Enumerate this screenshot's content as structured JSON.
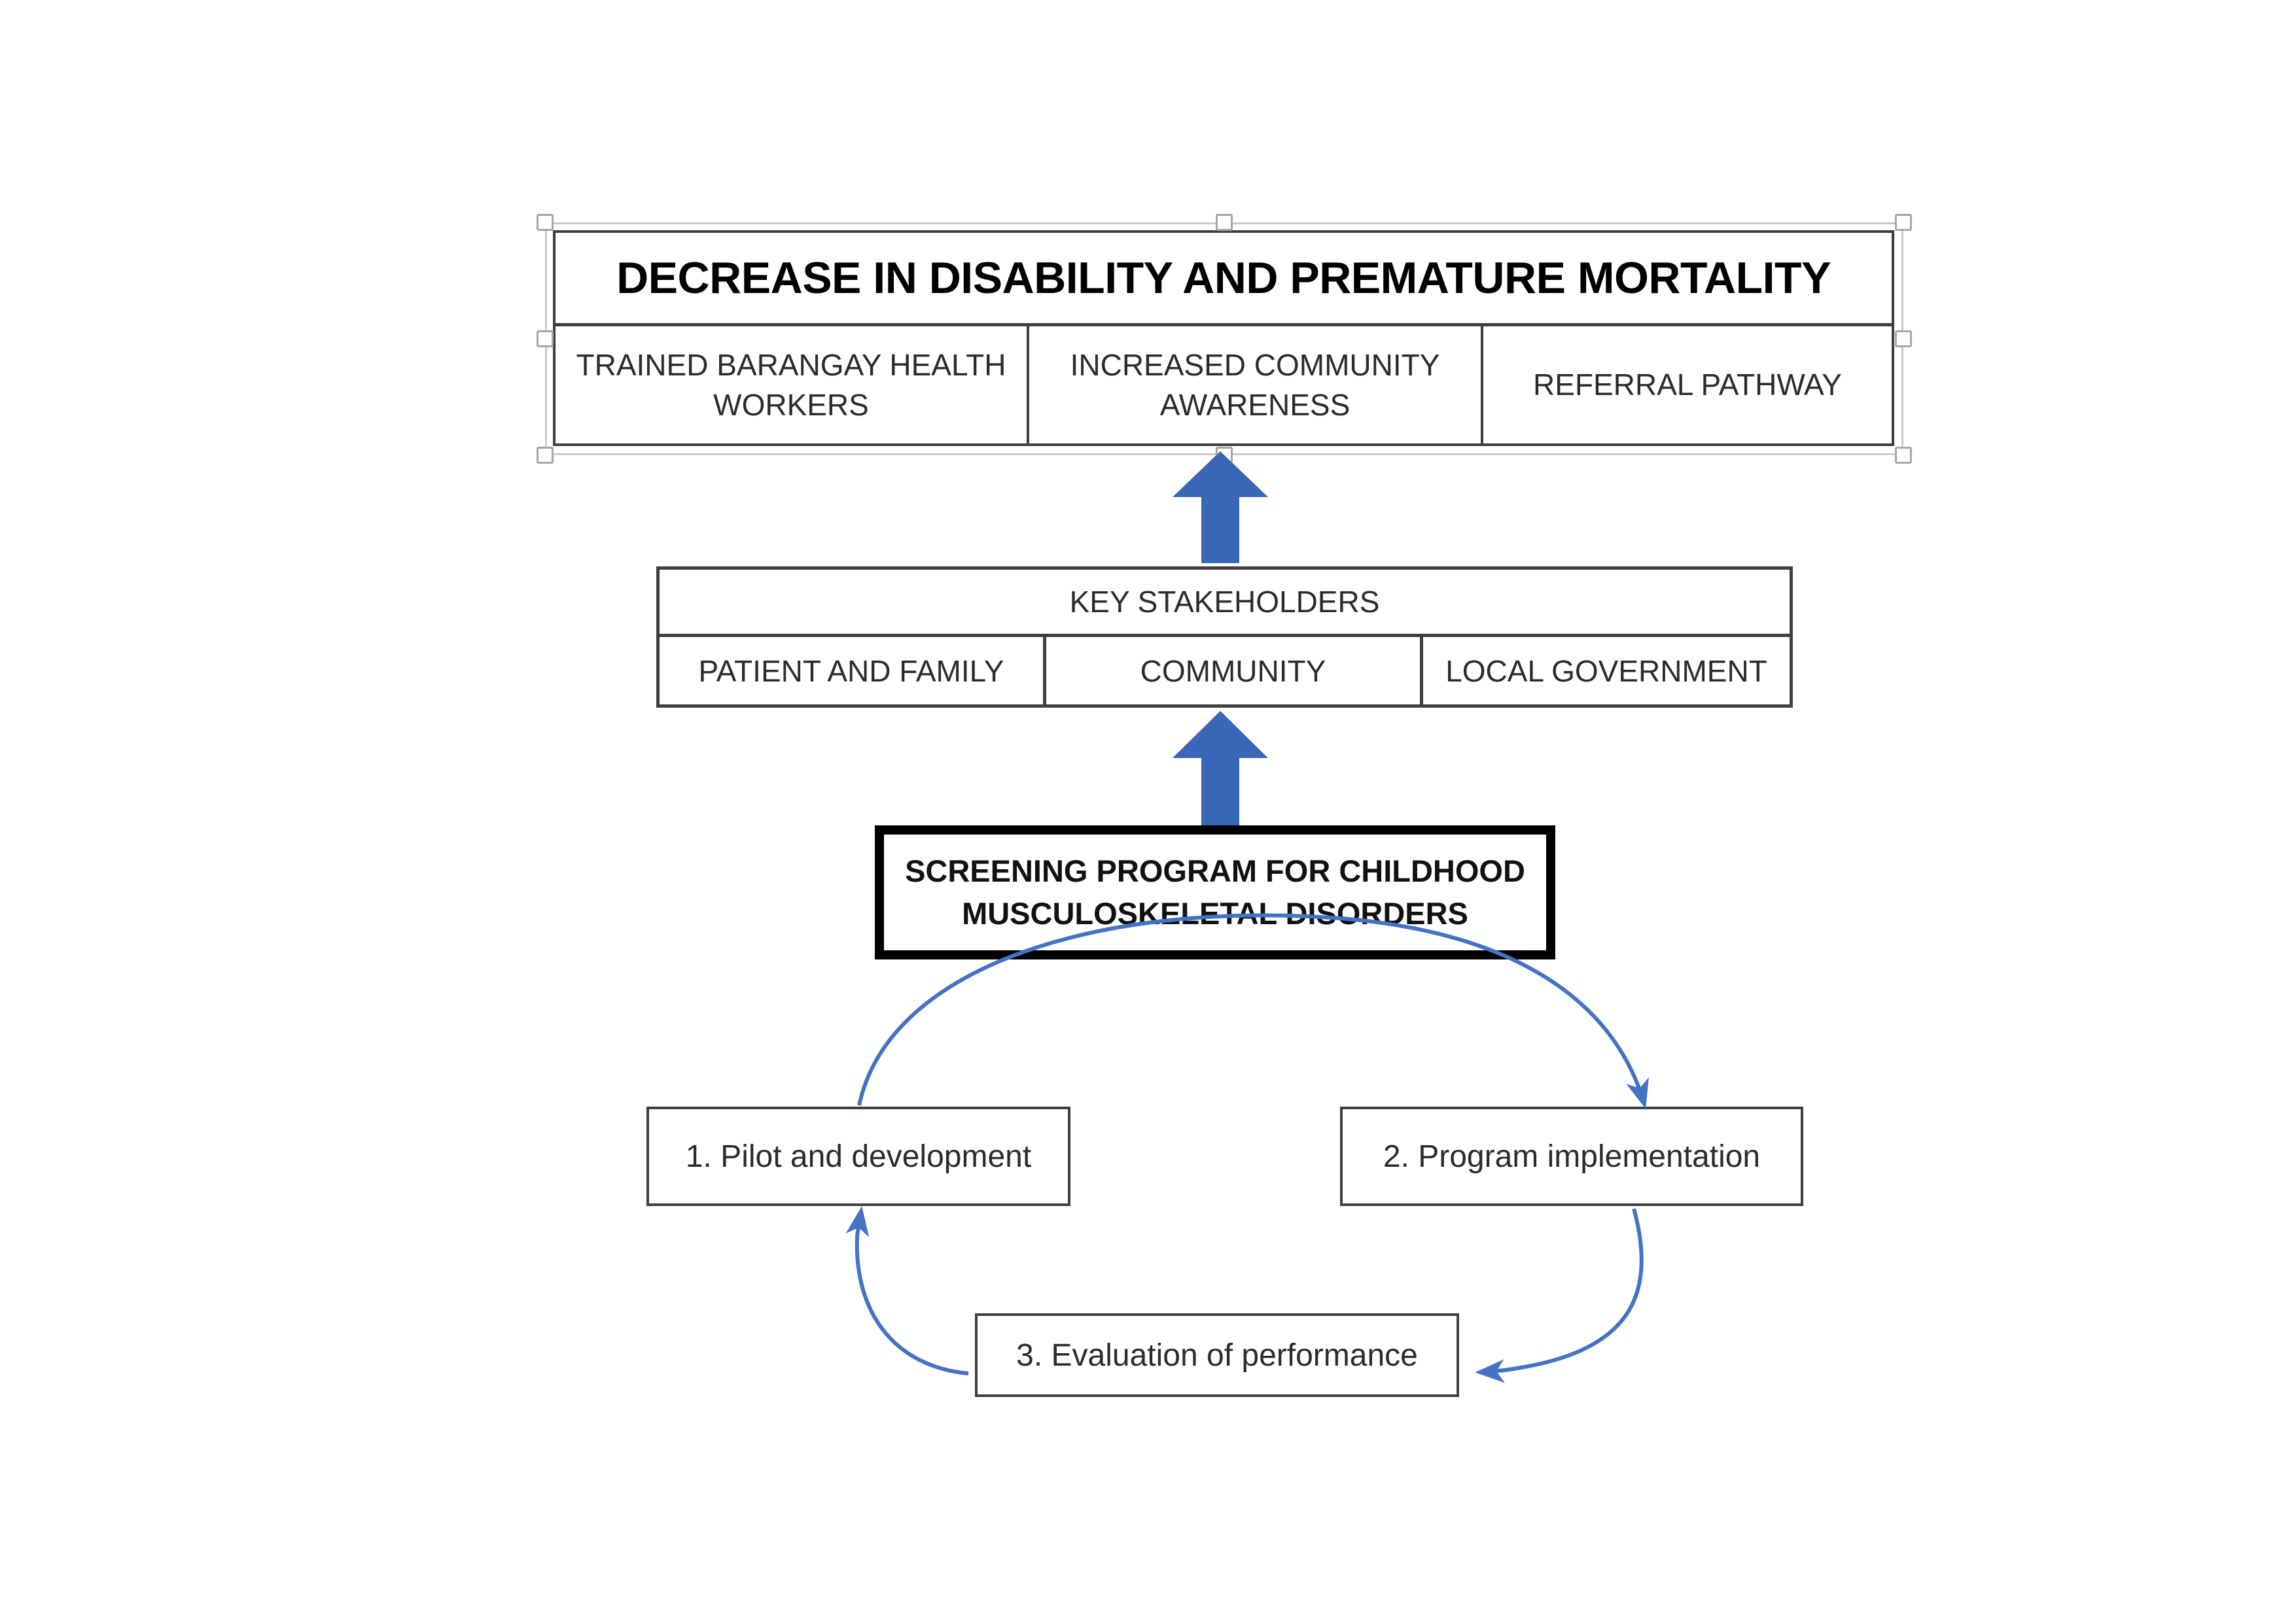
{
  "theme": {
    "arrow_blue": "#3a66b8",
    "curve_blue": "#4472c4",
    "border_gray": "#3f3f3f",
    "handle_fill": "#ffffff",
    "handle_border": "#a6a6a6",
    "page_background": "#ffffff"
  },
  "outcome": {
    "header": "DECREASE IN DISABILITY AND PREMATURE MORTALITY",
    "cells": [
      "TRAINED BARANGAY HEALTH WORKERS",
      "INCREASED COMMUNITY AWARENESS",
      "REFERRAL PATHWAY"
    ]
  },
  "stakeholders": {
    "header": "KEY STAKEHOLDERS",
    "cells": [
      "PATIENT AND FAMILY",
      "COMMUNITY",
      "LOCAL GOVERNMENT"
    ]
  },
  "program": {
    "title": "SCREENING PROGRAM FOR CHILDHOOD MUSCULOSKELETAL DISORDERS"
  },
  "cycle": {
    "steps": [
      {
        "label": "1. Pilot and development"
      },
      {
        "label": "2. Program implementation"
      },
      {
        "label": "3. Evaluation of performance"
      }
    ]
  },
  "arrows": {
    "outcome_arrow": "up-block-arrow",
    "stakeholder_arrow": "up-block-arrow",
    "cycle_arc_1_to_2": "curved-arrow-right",
    "cycle_arc_2_to_3": "curved-arrow-down",
    "cycle_arc_3_to_1": "curved-arrow-up"
  },
  "selection": {
    "handle_count": 8
  }
}
